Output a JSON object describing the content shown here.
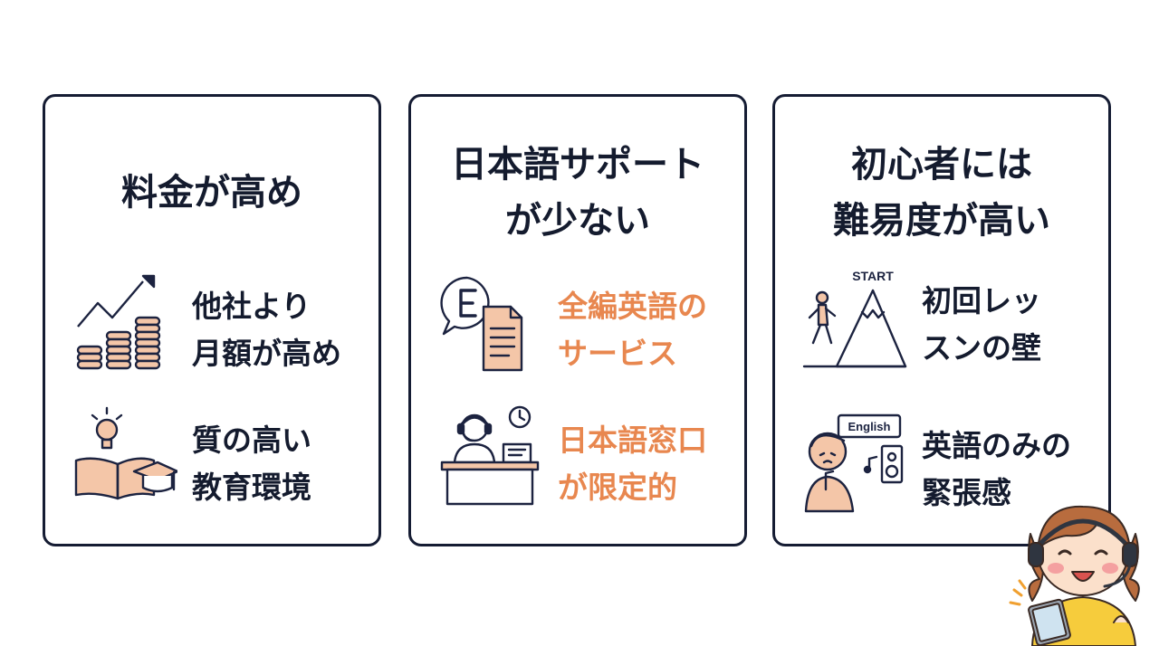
{
  "colors": {
    "border": "#151c33",
    "text": "#141b2e",
    "accent": "#e8874f",
    "peach": "#f4c6a8"
  },
  "cards": [
    {
      "title_lines": [
        "料金が高め"
      ],
      "items": [
        {
          "icon": "coins-chart-icon",
          "lines": [
            "他社より",
            "月額が高め"
          ]
        },
        {
          "icon": "book-lightbulb-icon",
          "lines": [
            "質の高い",
            "教育環境"
          ]
        }
      ]
    },
    {
      "title_lines": [
        "日本語サポート",
        "が少ない"
      ],
      "items": [
        {
          "icon": "english-document-icon",
          "lines": [
            "全編英語の",
            "サービス"
          ]
        },
        {
          "icon": "support-desk-icon",
          "lines": [
            "日本語窓口",
            "が限定的"
          ]
        }
      ]
    },
    {
      "title_lines": [
        "初心者には",
        "難易度が高い"
      ],
      "items": [
        {
          "icon": "mountain-climb-icon",
          "badge": "START",
          "lines": [
            "初回レッ",
            "スンの壁"
          ]
        },
        {
          "icon": "worried-person-icon",
          "badge": "English",
          "lines": [
            "英語のみの",
            "緊張感"
          ]
        }
      ]
    }
  ],
  "mascot": {
    "icon": "headset-girl-icon"
  }
}
